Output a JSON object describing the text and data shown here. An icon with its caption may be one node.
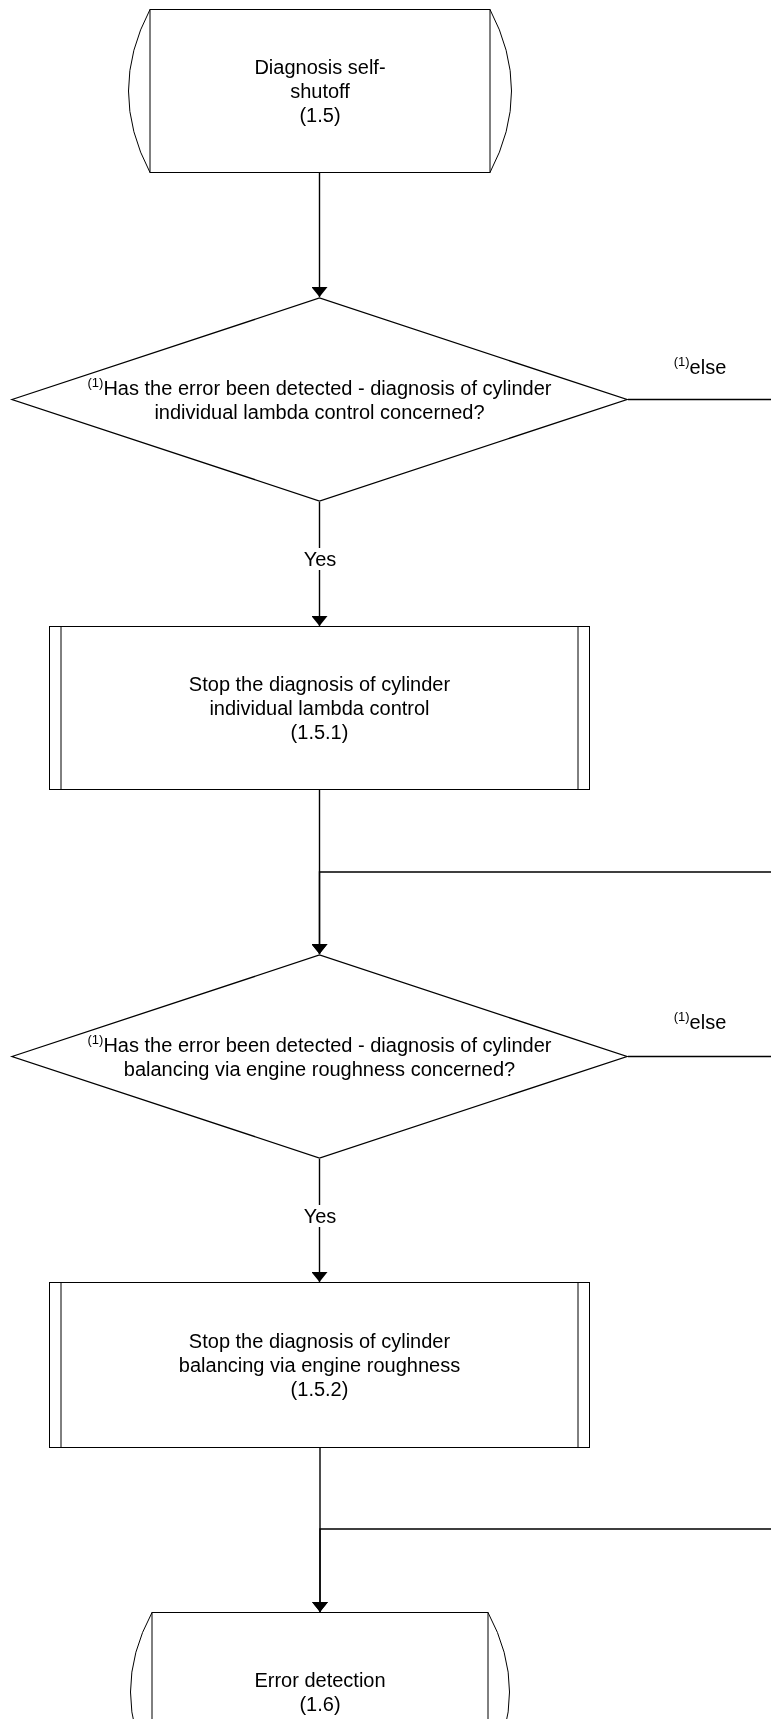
{
  "diagram": {
    "nodes": [
      {
        "text": [
          "Diagnosis self-shutoff",
          "(1.5)"
        ]
      },
      {
        "text": [
          "$^{(1)}$Has the error been detected - diagnosis of cylinder individual lambda control concerned?"
        ]
      },
      {
        "text": [
          "Stop the diagnosis of cylinder individual lambda control",
          "(1.5.1)"
        ]
      },
      {
        "text": [
          "$^{(1)}$Has the error been detected - diagnosis of cylinder balancing via engine roughness concerned?"
        ]
      },
      {
        "text": [
          "Stop the diagnosis of cylinder balancing via engine roughness",
          "(1.5.2)"
        ]
      },
      {
        "text": [
          "Error detection",
          "(1.6)"
        ]
      }
    ],
    "edges": [
      {
        "from": 0,
        "to": 1,
        "arrow": "to"
      },
      {
        "from": 1,
        "to": 2,
        "arrow": "to",
        "label": "Yes"
      },
      {
        "from": 1,
        "to": null,
        "arrow": "none",
        "label": "$^{(1)}$else"
      },
      {
        "from": 2,
        "to": 3,
        "arrow": "to"
      },
      {
        "from": null,
        "to": 3,
        "arrow": "to"
      },
      {
        "from": 3,
        "to": 4,
        "arrow": "to",
        "label": "Yes"
      },
      {
        "from": 3,
        "to": null,
        "arrow": "none",
        "label": "$^{(1)}$else"
      },
      {
        "from": 4,
        "to": 5,
        "arrow": "to"
      },
      {
        "from": null,
        "to": 5,
        "arrow": "to"
      }
    ]
  }
}
